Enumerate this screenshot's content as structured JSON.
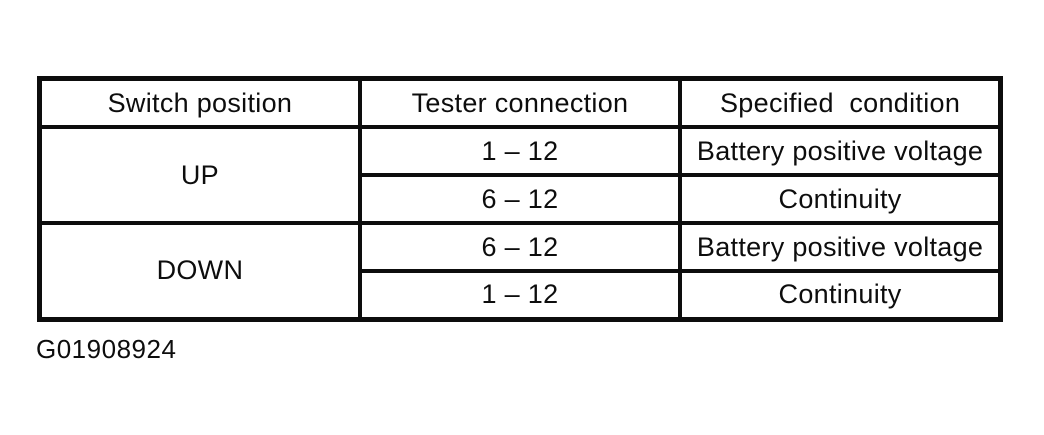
{
  "figure": {
    "code": "G01908924"
  },
  "table": {
    "headers": [
      "Switch position",
      "Tester connection",
      "Specified  condition"
    ],
    "rows": [
      {
        "position": "UP",
        "connections": [
          {
            "tester": "1 – 12",
            "condition": "Battery positive voltage"
          },
          {
            "tester": "6 – 12",
            "condition": "Continuity"
          }
        ]
      },
      {
        "position": "DOWN",
        "connections": [
          {
            "tester": "6 – 12",
            "condition": "Battery positive voltage"
          },
          {
            "tester": "1 – 12",
            "condition": "Continuity"
          }
        ]
      }
    ]
  },
  "colors": {
    "ink": "#0d0d0d",
    "paper": "#ffffff"
  }
}
